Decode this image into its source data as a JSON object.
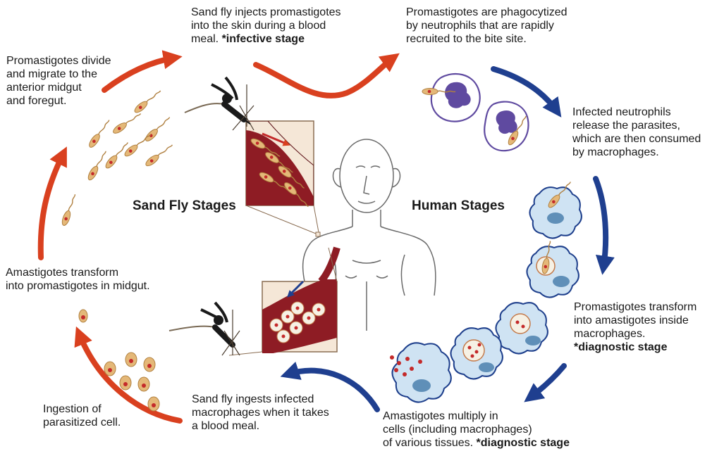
{
  "headings": {
    "sand_fly": "Sand Fly Stages",
    "human": "Human Stages"
  },
  "steps": {
    "fly_injects": {
      "lines": [
        "Sand fly injects promastigotes",
        "into the skin during a blood",
        "meal. "
      ],
      "emph": "*infective stage"
    },
    "phagocytized": {
      "lines": [
        "Promastigotes are phagocytized",
        "by neutrophils that are rapidly",
        "recruited to the bite site."
      ]
    },
    "neutrophils_release": {
      "lines": [
        "Infected neutrophils",
        "release the parasites,",
        "which are then consumed",
        "by macrophages."
      ]
    },
    "transform_inside": {
      "lines": [
        "Promastigotes transform",
        "into amastigotes inside",
        "macrophages."
      ],
      "emph": "*diagnostic stage"
    },
    "multiply": {
      "lines": [
        "Amastigotes multiply in",
        "cells (including macrophages)",
        "of various tissues. "
      ],
      "emph": "*diagnostic stage"
    },
    "fly_ingests": {
      "lines": [
        "Sand fly ingests infected",
        "macrophages when it takes",
        "a blood meal."
      ]
    },
    "ingestion": {
      "lines": [
        "Ingestion of",
        "parasitized cell."
      ]
    },
    "transform_midgut": {
      "lines": [
        "Amastigotes transform",
        "into promastigotes in midgut."
      ]
    },
    "divide_migrate": {
      "lines": [
        "Promastigotes divide",
        "and migrate to the",
        "anterior midgut",
        "and foregut."
      ]
    }
  },
  "colors": {
    "fly_arrow": "#d9401f",
    "human_arrow": "#1f3f8f",
    "blood": "#8e1c24",
    "cell_fill": "#cfe3f3",
    "cell_stroke": "#1e3f8c",
    "neutrophil_nucleus": "#5f4aa0",
    "parasite": "#e4b878",
    "parasite_nucleus": "#c42a2a"
  }
}
